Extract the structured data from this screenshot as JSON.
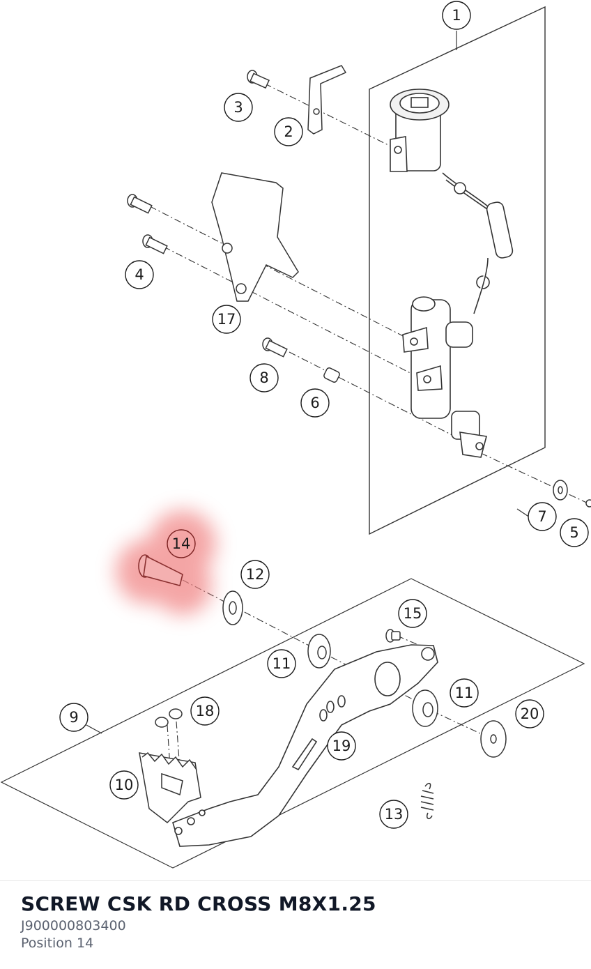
{
  "diagram": {
    "callouts": [
      {
        "id": "1",
        "label": "1"
      },
      {
        "id": "2",
        "label": "2"
      },
      {
        "id": "3",
        "label": "3"
      },
      {
        "id": "4",
        "label": "4"
      },
      {
        "id": "5",
        "label": "5"
      },
      {
        "id": "6",
        "label": "6"
      },
      {
        "id": "7",
        "label": "7"
      },
      {
        "id": "8",
        "label": "8"
      },
      {
        "id": "9",
        "label": "9"
      },
      {
        "id": "10",
        "label": "10"
      },
      {
        "id": "11a",
        "label": "11"
      },
      {
        "id": "11b",
        "label": "11"
      },
      {
        "id": "12",
        "label": "12"
      },
      {
        "id": "13",
        "label": "13"
      },
      {
        "id": "14",
        "label": "14"
      },
      {
        "id": "15",
        "label": "15"
      },
      {
        "id": "17",
        "label": "17"
      },
      {
        "id": "18",
        "label": "18"
      },
      {
        "id": "19",
        "label": "19"
      },
      {
        "id": "20",
        "label": "20"
      }
    ],
    "highlighted_position": "14",
    "highlight_color": "#f08080"
  },
  "part": {
    "name": "SCREW CSK RD CROSS M8X1.25",
    "number": "J900000803400",
    "position": "Position 14"
  }
}
